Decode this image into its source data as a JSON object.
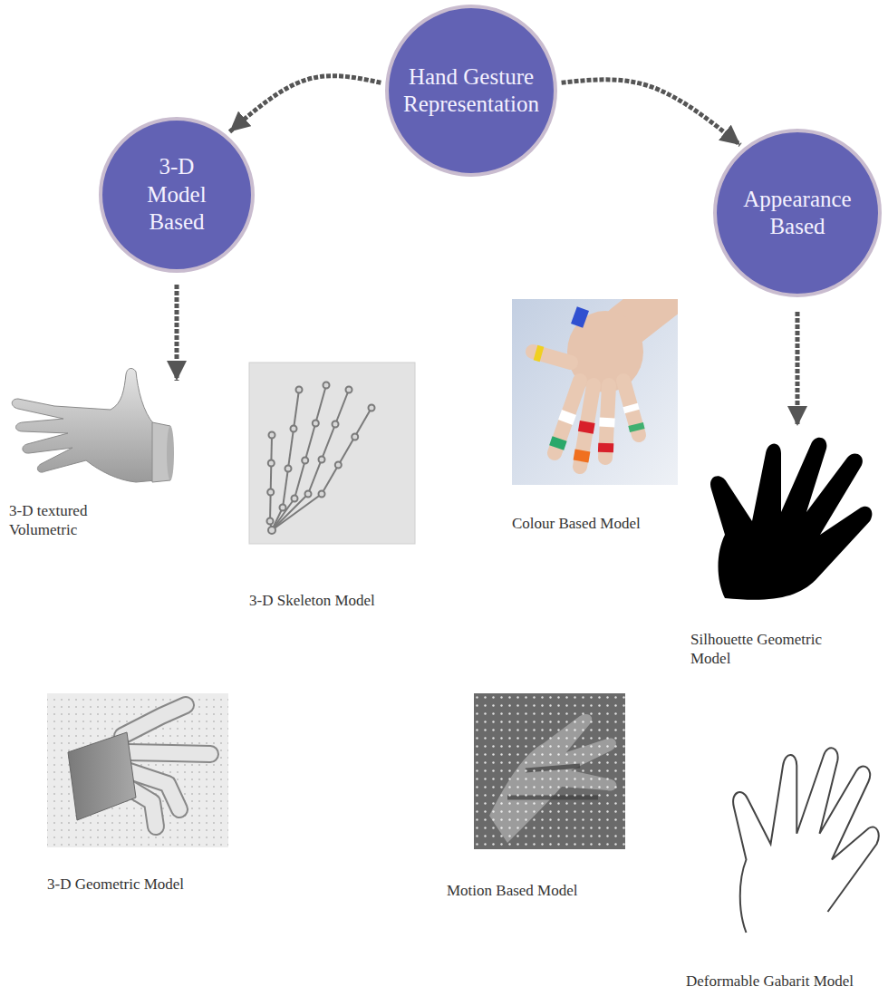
{
  "diagram": {
    "nodes": [
      {
        "text": [
          "Hand Gesture Representation"
        ]
      },
      {
        "text": [
          "3-D Model Based"
        ]
      },
      {
        "text": [
          "Appearance Based"
        ]
      }
    ],
    "edges": [
      {
        "from": 0,
        "to": 1,
        "arrow": "to"
      },
      {
        "from": 0,
        "to": 2,
        "arrow": "to"
      }
    ],
    "labels": [
      "3-D textured Volumetric",
      "3-D Skeleton Model",
      "Colour Based Model",
      "Silhouette Geometric Model",
      "3-D Geometric Model",
      "Motion Based Model",
      "Deformable Gabarit Model"
    ]
  }
}
